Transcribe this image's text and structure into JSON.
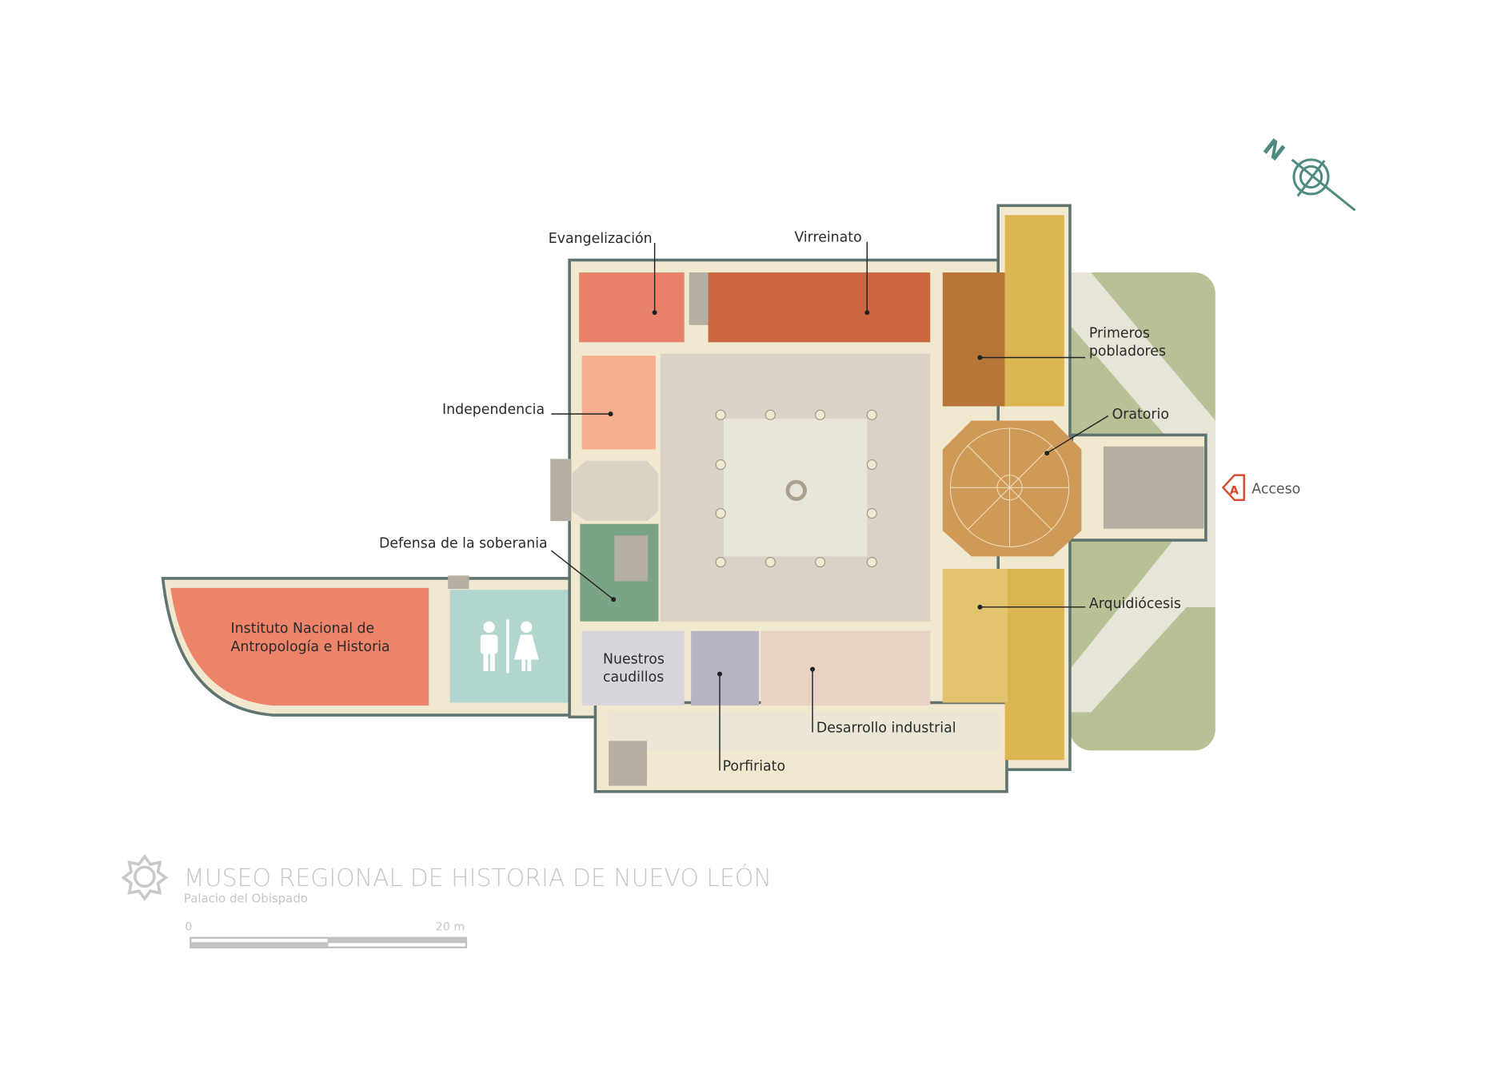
{
  "map": {
    "title": "MUSEO REGIONAL DE HISTORIA DE NUEVO LEÓN",
    "subtitle": "Palacio del Obispado",
    "compass_label": "N",
    "scale": {
      "start": "0",
      "end": "20 m"
    },
    "access": {
      "icon": "access-a-arrow-icon",
      "label": "Acceso",
      "icon_letter": "A",
      "color": "#d8462b"
    },
    "rooms": [
      {
        "id": "evangelizacion",
        "label": "Evangelización",
        "color": "#e8836a"
      },
      {
        "id": "virreinato",
        "label": "Virreinato",
        "color": "#cc673f"
      },
      {
        "id": "primeros-pobladores",
        "label_line1": "Primeros",
        "label_line2": "pobladores",
        "color": "#b87538"
      },
      {
        "id": "independencia",
        "label": "Independencia",
        "color": "#f4ae8c"
      },
      {
        "id": "oratorio",
        "label": "Oratorio",
        "color": "#cf9a57"
      },
      {
        "id": "defensa",
        "label": "Defensa de la soberania",
        "color": "#7aa485"
      },
      {
        "id": "arquidiocesis",
        "label": "Arquidiócesis",
        "color": "#e2c46e"
      },
      {
        "id": "inah",
        "label_line1": "Instituto Nacional de",
        "label_line2": "Antropología e Historia",
        "color": "#ed8469"
      },
      {
        "id": "caudillos",
        "label_line1": "Nuestros",
        "label_line2": "caudillos",
        "color": "#d8d4dc"
      },
      {
        "id": "porfiriato",
        "label": "Porfiriato",
        "color": "#b9b4c3"
      },
      {
        "id": "desarrollo",
        "label": "Desarrollo industrial",
        "color": "#e8d2c4"
      },
      {
        "id": "restrooms",
        "icon": "restroom-icon",
        "color": "#b3d5d0"
      }
    ]
  }
}
